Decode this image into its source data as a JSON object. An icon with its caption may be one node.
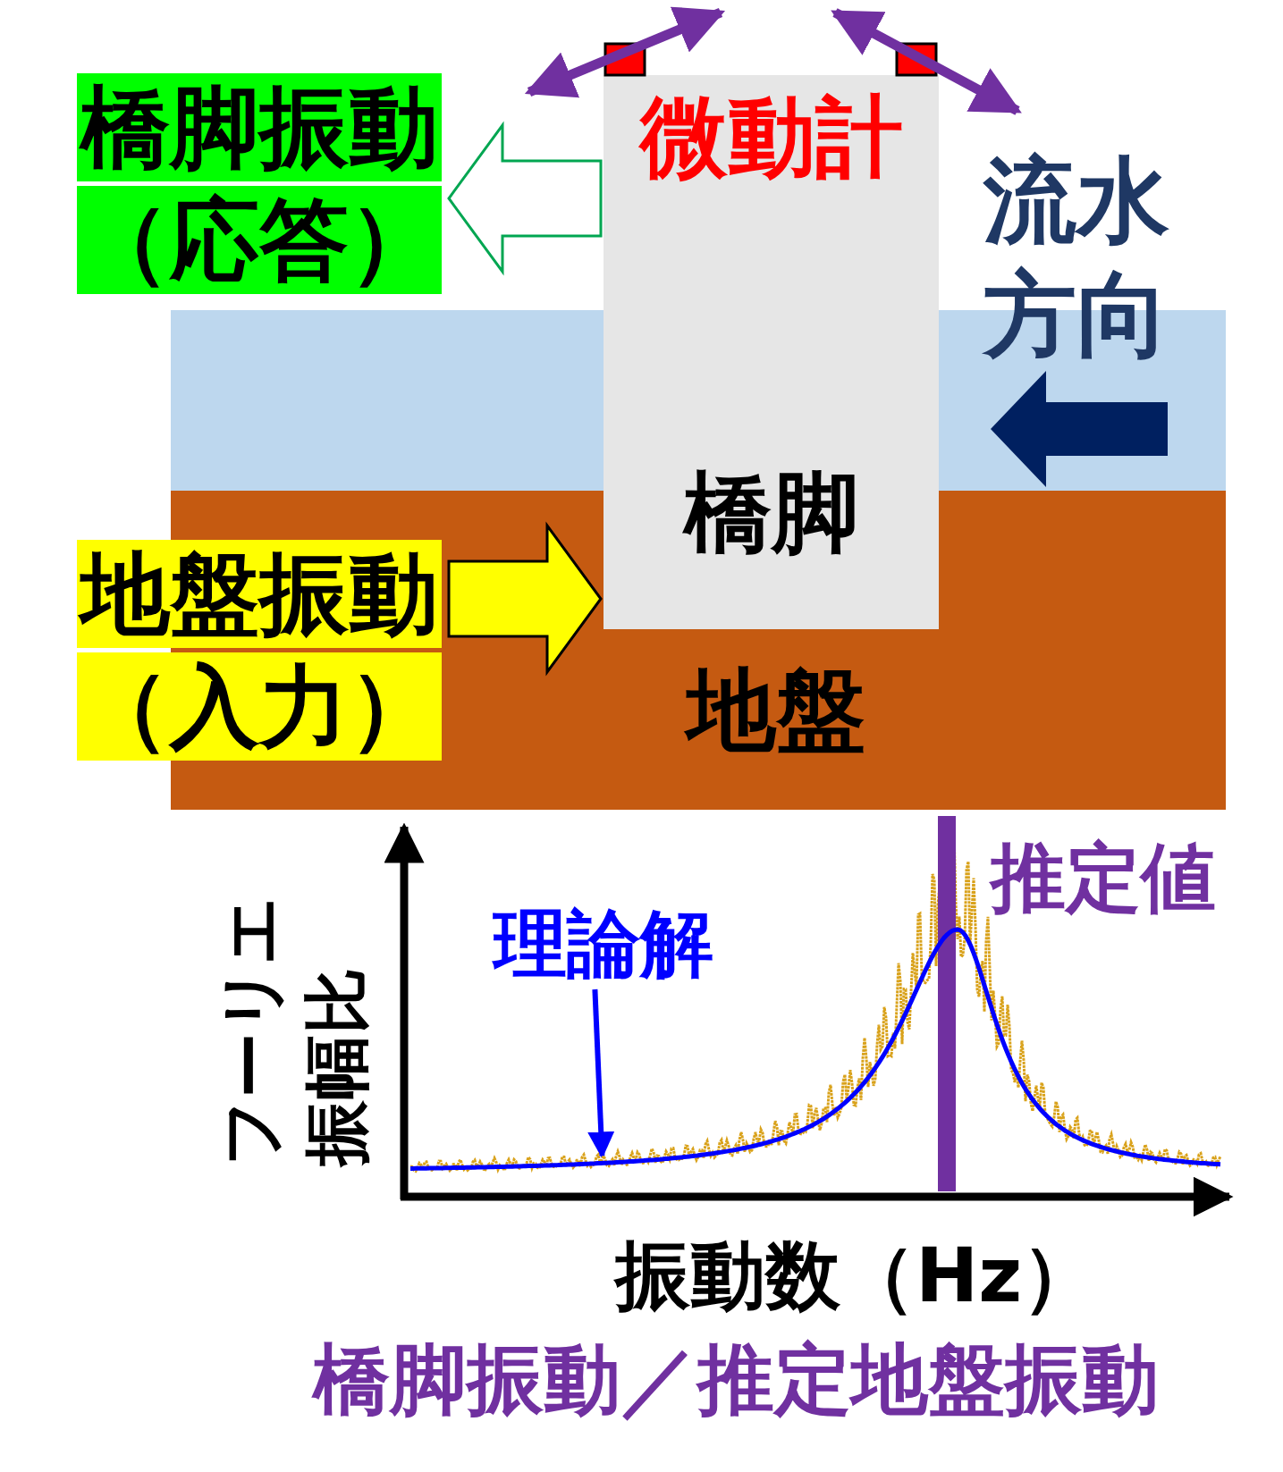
{
  "diagram": {
    "caption": "橋脚振動／推定地盤振動",
    "nodes": [
      {
        "text": [
          "橋脚振動（応答）"
        ]
      },
      {
        "text": [
          "微動計",
          "橋脚"
        ]
      },
      {
        "text": [],
        "shape": "bar"
      },
      {
        "text": [
          "地盤振動（入力）"
        ]
      },
      {
        "text": [
          "地盤"
        ]
      },
      {
        "text": [
          "理論解"
        ]
      },
      {
        "text": [],
        "shape": "curve"
      }
    ],
    "edges": [
      {
        "from": 1,
        "to": 0,
        "arrow": "to",
        "color": "#00a651"
      },
      {
        "from": 3,
        "to": 1,
        "arrow": "to",
        "color": "#000000"
      },
      {
        "from": 5,
        "to": 6,
        "arrow": "to",
        "color": "#0000ff"
      }
    ],
    "labels": [
      "流水方向",
      "推定値",
      "フーリエ振幅比",
      "振動数（Hz）"
    ]
  }
}
